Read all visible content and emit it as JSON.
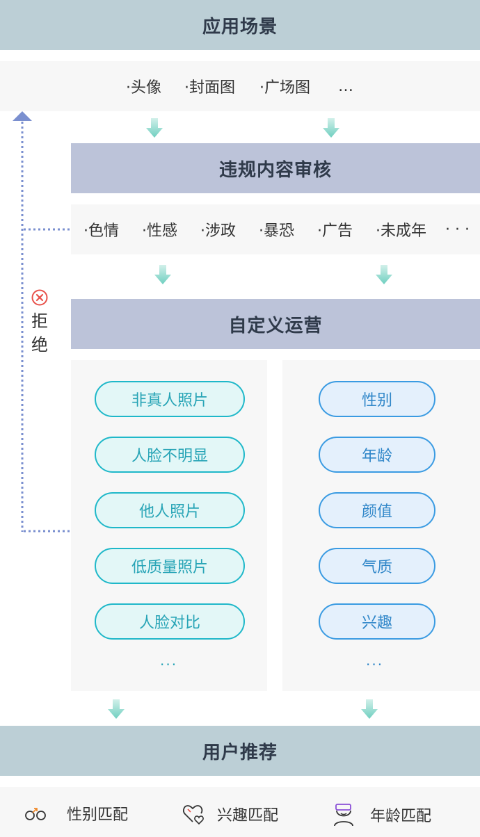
{
  "section1": {
    "title": "应用场景",
    "items": [
      "·头像",
      "·封面图",
      "·广场图",
      "…"
    ]
  },
  "section2": {
    "title": "违规内容审核",
    "items": [
      "·色情",
      "·性感",
      "·涉政",
      "·暴恐",
      "·广告",
      "·未成年",
      "· · ·"
    ]
  },
  "reject": {
    "line1": "拒",
    "line2": "绝"
  },
  "section3": {
    "title": "自定义运营",
    "left_items": [
      "非真人照片",
      "人脸不明显",
      "他人照片",
      "低质量照片",
      "人脸对比"
    ],
    "left_more": "···",
    "right_items": [
      "性别",
      "年龄",
      "颜值",
      "气质",
      "兴趣"
    ],
    "right_more": "···"
  },
  "section4": {
    "title": "用户推荐",
    "items": [
      "性别匹配",
      "兴趣匹配",
      "年龄匹配"
    ]
  },
  "colors": {
    "bar_teal": "#bccfd6",
    "bar_blue": "#bcc3d9",
    "arrow": "#7fd6c8",
    "dotted_line": "#7a8fcf",
    "reject_red": "#e8514a",
    "pill_teal": "#1fb8c9",
    "pill_blue": "#3a9be2"
  }
}
